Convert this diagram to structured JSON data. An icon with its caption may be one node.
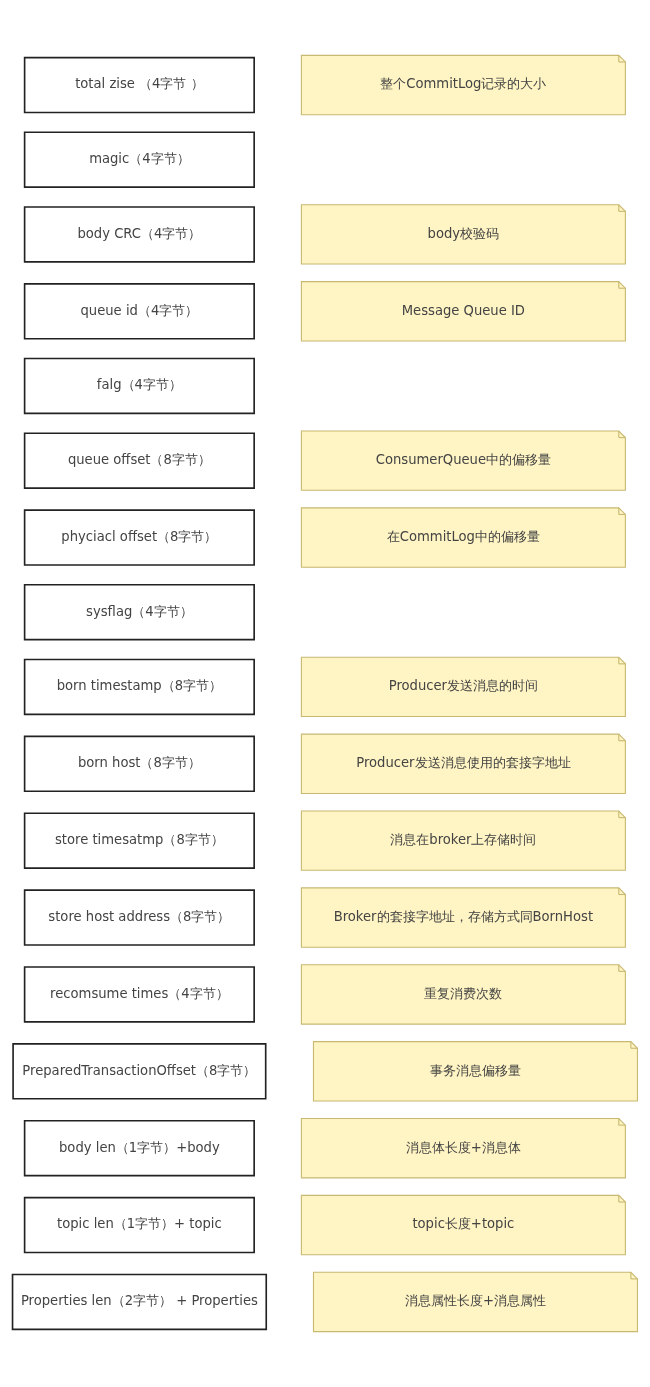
{
  "diagram": {
    "nodes": [
      {
        "text": [
          "total zise （4字节 ）"
        ]
      },
      {
        "text": [
          "整个CommitLog记录的大小"
        ]
      },
      {
        "text": [
          "magic（4字节）"
        ]
      },
      {
        "text": [
          "body CRC（4字节）"
        ]
      },
      {
        "text": [
          "body校验码"
        ]
      },
      {
        "text": [
          "queue id（4字节）"
        ]
      },
      {
        "text": [
          "Message Queue ID"
        ]
      },
      {
        "text": [
          "falg（4字节）"
        ]
      },
      {
        "text": [
          "queue offset（8字节）"
        ]
      },
      {
        "text": [
          "ConsumerQueue中的偏移量"
        ]
      },
      {
        "text": [
          "phyciacl offset（8字节）"
        ]
      },
      {
        "text": [
          "在CommitLog中的偏移量"
        ]
      },
      {
        "text": [
          "sysflag（4字节）"
        ]
      },
      {
        "text": [
          "born timestamp（8字节）"
        ]
      },
      {
        "text": [
          "Producer发送消息的时间"
        ]
      },
      {
        "text": [
          "born host（8字节）"
        ]
      },
      {
        "text": [
          "Producer发送消息使用的套接字地址"
        ]
      },
      {
        "text": [
          "store timesatmp（8字节）"
        ]
      },
      {
        "text": [
          "消息在broker上存储时间"
        ]
      },
      {
        "text": [
          "store host address（8字节）"
        ]
      },
      {
        "text": [
          "Broker的套接字地址，存储方式同BornHost"
        ]
      },
      {
        "text": [
          "recomsume times（4字节）"
        ]
      },
      {
        "text": [
          "重复消费次数"
        ]
      },
      {
        "text": [
          "PreparedTransactionOffset（8字节）"
        ]
      },
      {
        "text": [
          "事务消息偏移量"
        ]
      },
      {
        "text": [
          "body len（1字节）+body"
        ]
      },
      {
        "text": [
          "消息体长度+消息体"
        ]
      },
      {
        "text": [
          "topic len（1字节）+ topic"
        ]
      },
      {
        "text": [
          "topic长度+topic"
        ]
      },
      {
        "text": [
          "Properties len（2字节） + Properties"
        ]
      },
      {
        "text": [
          "消息属性长度+消息属性"
        ]
      }
    ],
    "edges": []
  }
}
